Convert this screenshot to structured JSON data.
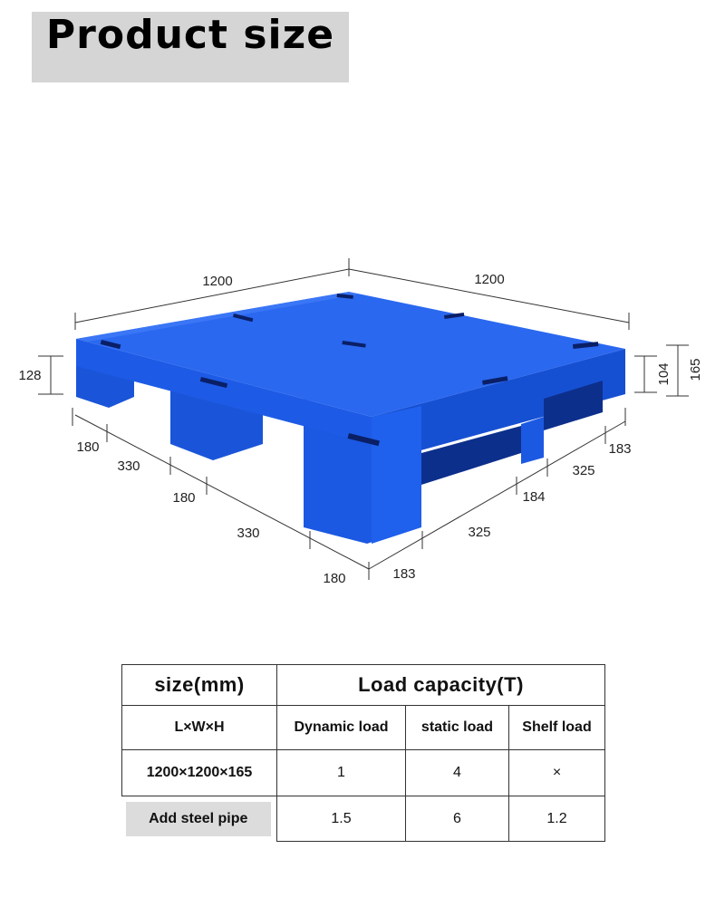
{
  "title": "Product size",
  "dimensions": {
    "length_top": "1200",
    "width_top": "1200",
    "left_height": "128",
    "right_inner": "104",
    "right_total": "165",
    "left_edge": [
      "180",
      "330",
      "180",
      "330",
      "180"
    ],
    "right_edge": [
      "183",
      "325",
      "184",
      "325",
      "183"
    ]
  },
  "colors": {
    "pallet": "#1f5fe8",
    "pallet_dark": "#0f3fb4",
    "title_bg": "#d5d5d5"
  },
  "table": {
    "size_header": "size(mm)",
    "load_header": "Load capacity(T)",
    "lwh": "L×W×H",
    "dynamic": "Dynamic load",
    "static": "static load",
    "shelf": "Shelf load",
    "rows": [
      {
        "size": "1200×1200×165",
        "dynamic": "1",
        "static": "4",
        "shelf": "×"
      },
      {
        "size": "Add steel pipe",
        "dynamic": "1.5",
        "static": "6",
        "shelf": "1.2"
      }
    ]
  }
}
